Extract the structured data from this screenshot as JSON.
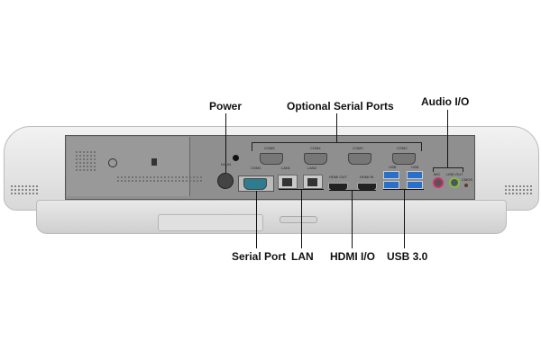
{
  "callouts": {
    "power": "Power",
    "serial_ports": "Optional Serial Ports",
    "audio": "Audio I/O",
    "serial_port": "Serial Port",
    "lan": "LAN",
    "hdmi": "HDMI I/O",
    "usb": "USB 3.0"
  },
  "port_labels": {
    "com5": "COM5",
    "com4": "COM4",
    "com3": "COM3",
    "com2": "COM2",
    "dc_in": "DC-IN",
    "com1": "COM1",
    "lan1": "LAN1",
    "lan2": "LAN2",
    "hdmi_out": "HDMI OUT",
    "hdmi_in": "HDMI IN",
    "usb1": "USB",
    "usb2": "USB",
    "mic": "MIC",
    "line_out": "LINE-OUT",
    "cmos": "CMOS"
  },
  "colors": {
    "panel": "#8f8f8f",
    "body": "#e4e4e4",
    "usb": "#2a6fc9"
  }
}
